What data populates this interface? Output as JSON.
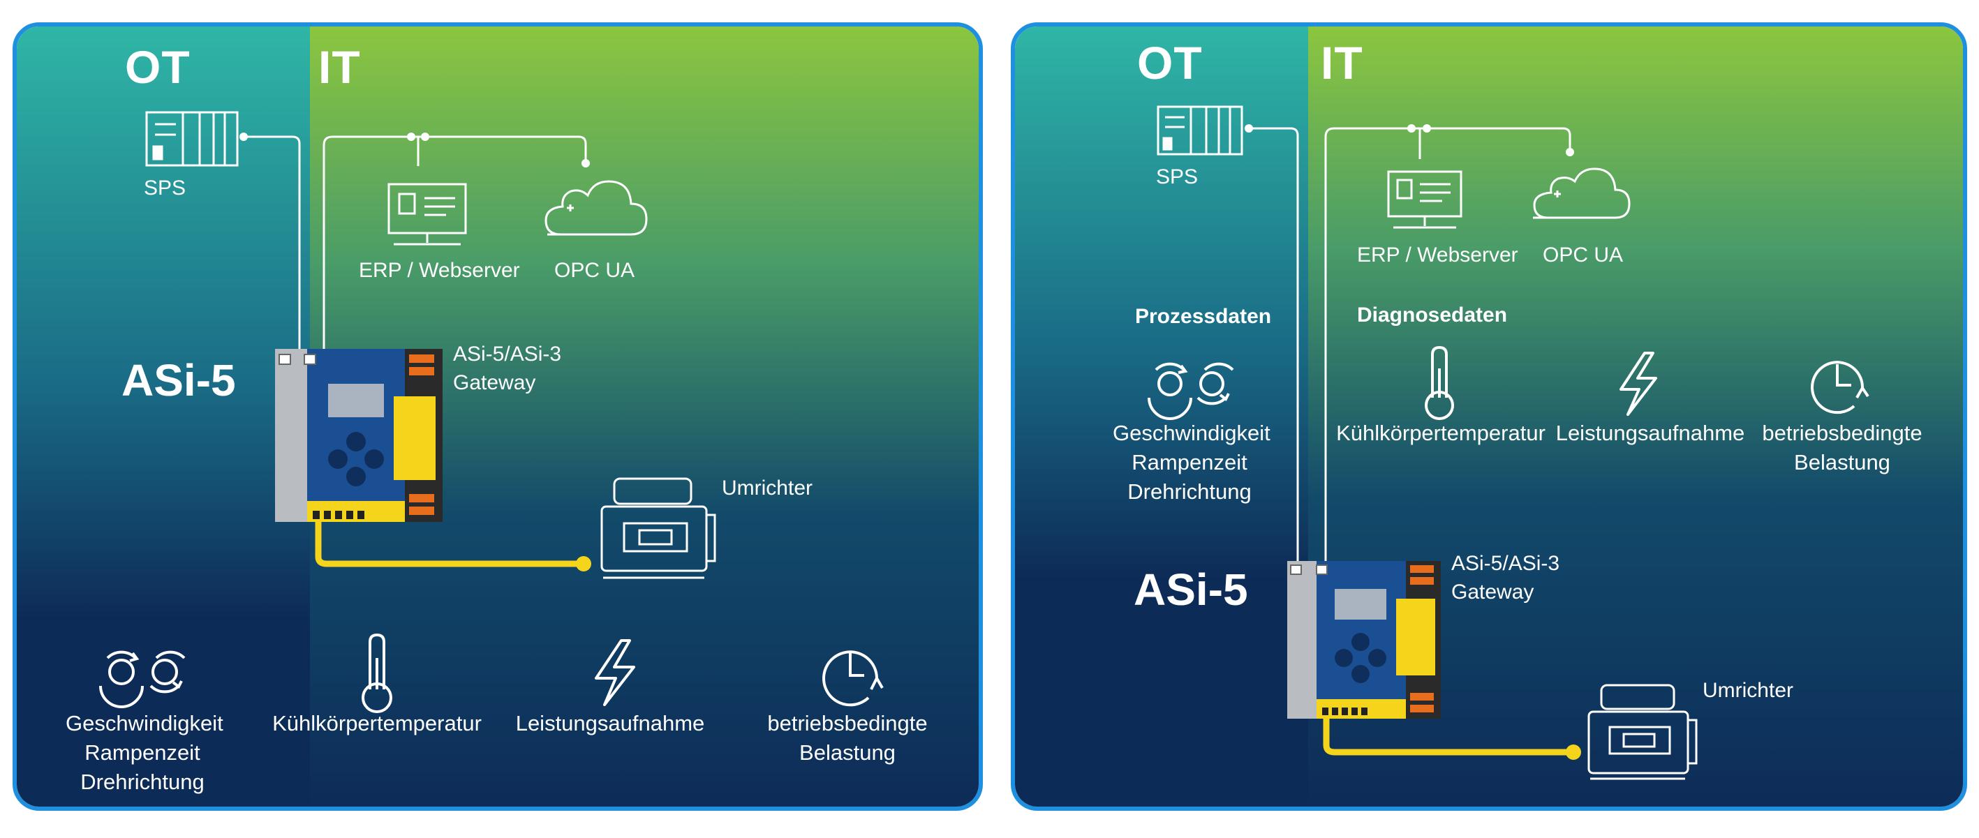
{
  "colors": {
    "border": "#1f8fe0",
    "ot_top": "#2fb6a6",
    "it_top": "#8cc63f",
    "bottom": "#0d2b57",
    "cable": "#f5d41c",
    "line": "#ffffff"
  },
  "left": {
    "ot": "OT",
    "it": "IT",
    "sps": "SPS",
    "erp": "ERP / Webserver",
    "opc": "OPC UA",
    "asi": "ASi-5",
    "gateway": [
      "ASi-5/ASi-3",
      "Gateway"
    ],
    "umrichter": "Umrichter",
    "features": [
      {
        "icon": "rotation-icon",
        "lines": [
          "Geschwindigkeit",
          "Rampenzeit",
          "Drehrichtung"
        ]
      },
      {
        "icon": "thermometer-icon",
        "lines": [
          "Kühlkörpertemperatur"
        ]
      },
      {
        "icon": "lightning-icon",
        "lines": [
          "Leistungsaufnahme"
        ]
      },
      {
        "icon": "clock-icon",
        "lines": [
          "betriebsbedingte",
          "Belastung"
        ]
      }
    ]
  },
  "right": {
    "ot": "OT",
    "it": "IT",
    "sps": "SPS",
    "erp": "ERP / Webserver",
    "opc": "OPC UA",
    "prozessdaten": "Prozessdaten",
    "diagnosedaten": "Diagnosedaten",
    "asi": "ASi-5",
    "gateway": [
      "ASi-5/ASi-3",
      "Gateway"
    ],
    "umrichter": "Umrichter",
    "features": [
      {
        "icon": "rotation-icon",
        "lines": [
          "Geschwindigkeit",
          "Rampenzeit",
          "Drehrichtung"
        ]
      },
      {
        "icon": "thermometer-icon",
        "lines": [
          "Kühlkörpertemperatur"
        ]
      },
      {
        "icon": "lightning-icon",
        "lines": [
          "Leistungsaufnahme"
        ]
      },
      {
        "icon": "clock-icon",
        "lines": [
          "betriebsbedingte",
          "Belastung"
        ]
      }
    ]
  }
}
